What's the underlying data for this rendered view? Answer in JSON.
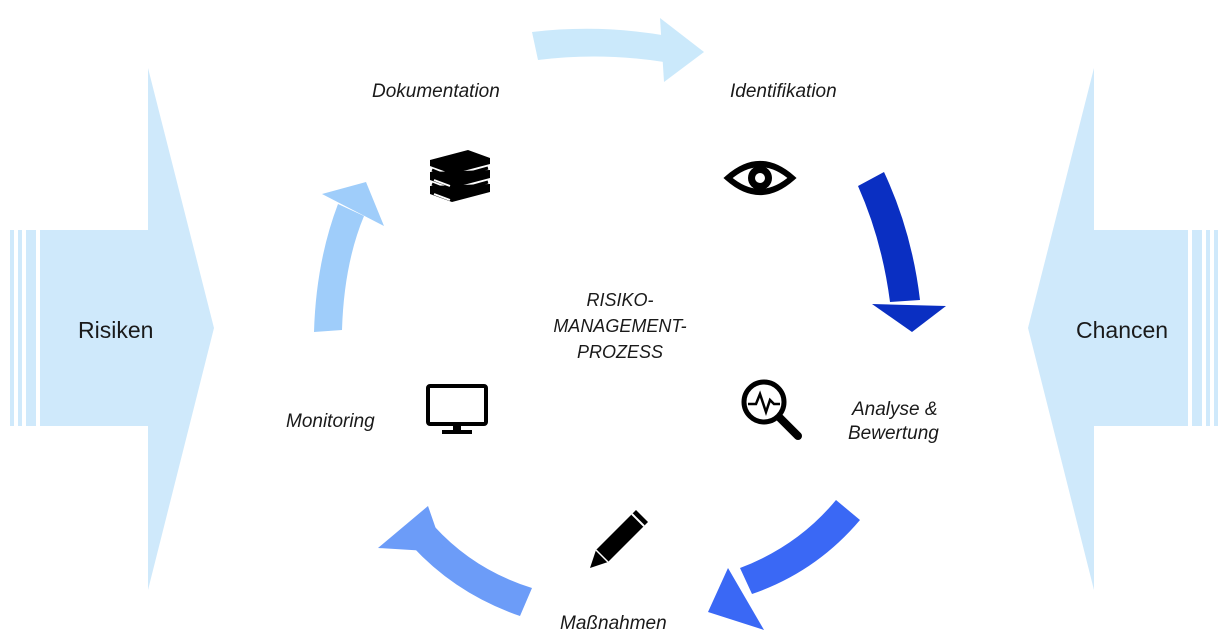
{
  "diagram": {
    "center": {
      "lines": [
        "RISIKO-",
        "MANAGEMENT-",
        "PROZESS"
      ]
    },
    "sides": {
      "left": "Risiken",
      "right": "Chancen"
    },
    "steps": [
      {
        "label": "Identifikation",
        "icon": "eye-icon"
      },
      {
        "label_line1": "Analyse &",
        "label_line2": "Bewertung",
        "icon": "magnifier-pulse-icon"
      },
      {
        "label": "Maßnahmen",
        "icon": "pencil-icon"
      },
      {
        "label": "Monitoring",
        "icon": "monitor-icon"
      },
      {
        "label": "Dokumentation",
        "icon": "books-icon"
      }
    ],
    "colors": {
      "side_arrows": "#cfe9fb",
      "arrow_doc_to_ident": "#cbe9fb",
      "arrow_ident_to_analyse": "#0a2fc2",
      "arrow_analyse_to_massnahmen": "#3a68f5",
      "arrow_massnahmen_to_monitoring": "#6c9cf8",
      "arrow_monitoring_to_doc": "#9fcdfa",
      "icons": "#000000"
    }
  }
}
